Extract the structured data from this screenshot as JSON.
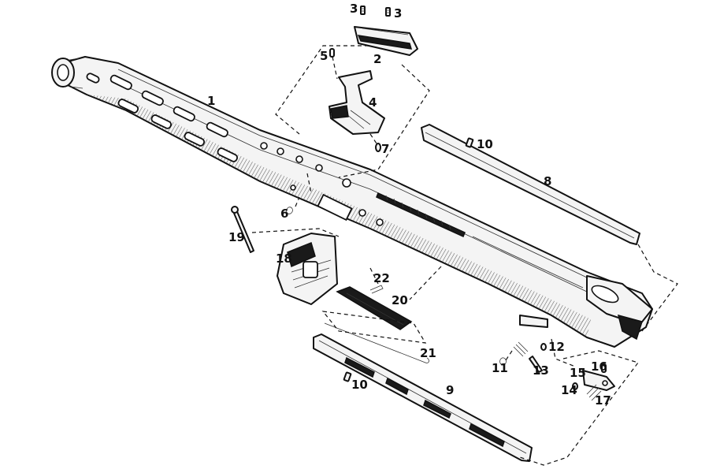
{
  "callouts": {
    "p1": "1",
    "p2": "2",
    "p3a": "3",
    "p3b": "3",
    "p4": "4",
    "p5": "5",
    "p6": "6",
    "p7": "7",
    "p8": "8",
    "p9": "9",
    "p10a": "10",
    "p10b": "10",
    "p11": "11",
    "p12": "12",
    "p13": "13",
    "p14": "14",
    "p15": "15",
    "p16": "16",
    "p17": "17",
    "p18": "18",
    "p19": "19",
    "p20": "20",
    "p21": "21",
    "p22": "22"
  }
}
